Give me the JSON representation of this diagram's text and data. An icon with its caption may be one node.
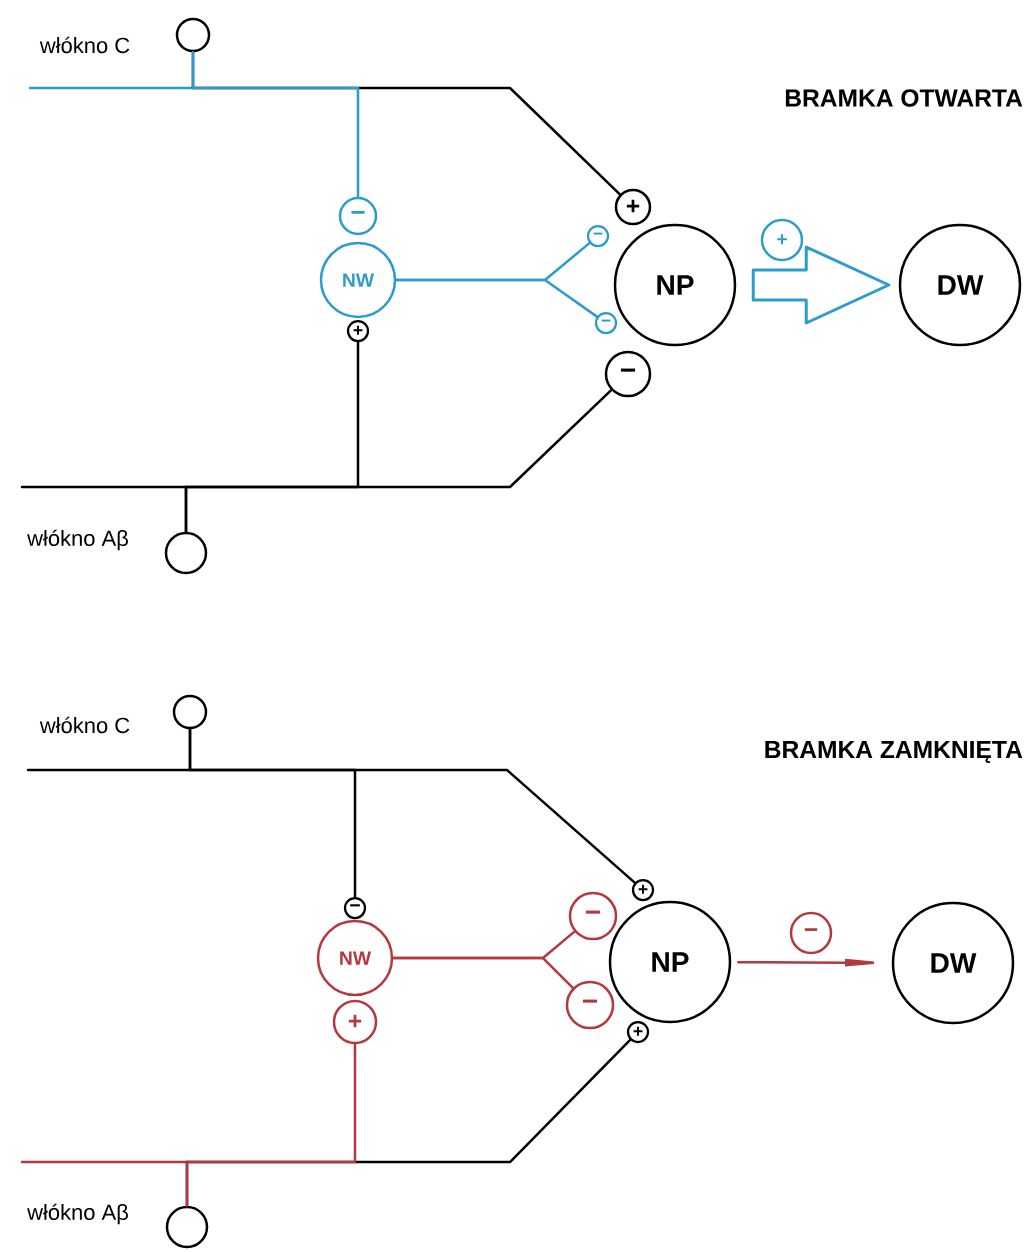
{
  "diagram": {
    "nodes": [
      {
        "text": [],
        "shape": "circle",
        "beside": [
          "włókno C"
        ]
      },
      {
        "text": [
          "−"
        ]
      },
      {
        "text": [
          "NW"
        ]
      },
      {
        "text": [
          "+"
        ]
      },
      {
        "text": [
          "+"
        ]
      },
      {
        "text": [
          "−"
        ]
      },
      {
        "text": [
          "−"
        ]
      },
      {
        "text": [
          "NP"
        ]
      },
      {
        "text": [
          "−"
        ]
      },
      {
        "text": [
          "+"
        ]
      },
      {
        "text": [
          "DW"
        ]
      },
      {
        "text": [],
        "shape": "circle",
        "beside": [
          "włókno Aβ"
        ]
      },
      {
        "text": [],
        "shape": "circle",
        "beside": [
          "włókno C"
        ]
      },
      {
        "text": [
          "−"
        ]
      },
      {
        "text": [
          "NW"
        ]
      },
      {
        "text": [
          "+"
        ]
      },
      {
        "text": [
          "+"
        ]
      },
      {
        "text": [
          "−"
        ]
      },
      {
        "text": [
          "−"
        ]
      },
      {
        "text": [
          "NP"
        ]
      },
      {
        "text": [
          "+"
        ]
      },
      {
        "text": [
          "−"
        ]
      },
      {
        "text": [
          "DW"
        ]
      },
      {
        "text": [],
        "shape": "circle",
        "beside": [
          "włókno Aβ"
        ]
      }
    ],
    "edges": [
      {
        "from": 0,
        "to": 1,
        "arrow": "none",
        "color": "#2b9ccc"
      },
      {
        "from": 0,
        "to": 4,
        "arrow": "none",
        "color": "#000000"
      },
      {
        "from": 11,
        "to": 3,
        "arrow": "none",
        "color": "#000000"
      },
      {
        "from": 11,
        "to": 8,
        "arrow": "none",
        "color": "#000000"
      },
      {
        "from": 2,
        "to": 5,
        "arrow": "none",
        "color": "#2b9ccc"
      },
      {
        "from": 2,
        "to": 6,
        "arrow": "none",
        "color": "#2b9ccc"
      },
      {
        "from": 7,
        "to": 10,
        "arrow": "to",
        "style": "thick",
        "color": "#2b9ccc"
      },
      {
        "from": 12,
        "to": 13,
        "arrow": "none",
        "color": "#000000"
      },
      {
        "from": 12,
        "to": 16,
        "arrow": "none",
        "color": "#000000"
      },
      {
        "from": 23,
        "to": 15,
        "arrow": "none",
        "color": "#b5373f"
      },
      {
        "from": 23,
        "to": 20,
        "arrow": "none",
        "color": "#000000"
      },
      {
        "from": 14,
        "to": 17,
        "arrow": "none",
        "color": "#b5373f"
      },
      {
        "from": 14,
        "to": 18,
        "arrow": "none",
        "color": "#b5373f"
      },
      {
        "from": 19,
        "to": 22,
        "arrow": "to",
        "color": "#b5373f"
      }
    ],
    "labels": [
      "BRAMKA OTWARTA",
      "BRAMKA ZAMKNIĘTA"
    ]
  }
}
